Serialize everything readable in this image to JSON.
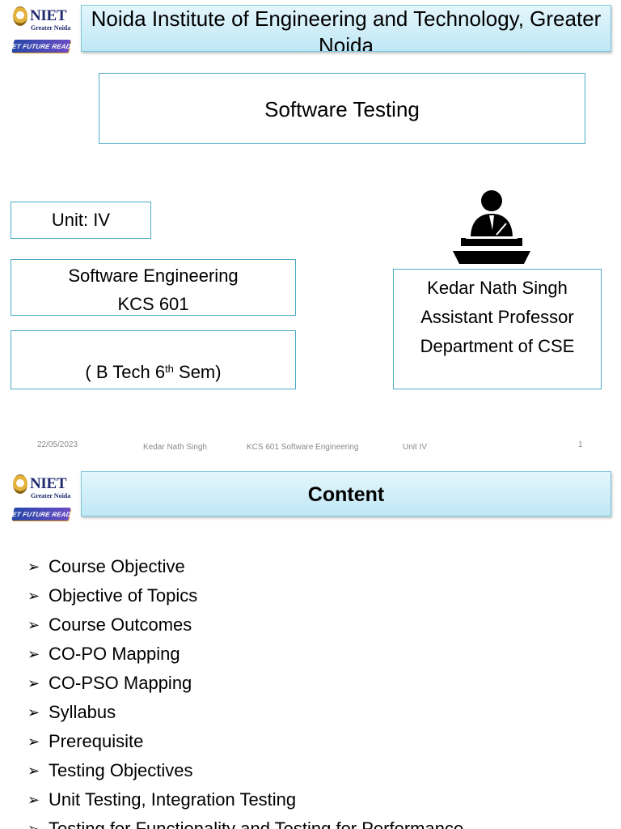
{
  "logo": {
    "brand": "NIET",
    "subtitle": "Greater Noida",
    "tagline": "GET FUTURE READY"
  },
  "slide1": {
    "header": "Noida Institute of Engineering and Technology, Greater Noida",
    "title": "Software Testing",
    "unit": "Unit: IV",
    "course_name": "Software Engineering",
    "course_code": "KCS 601",
    "semester_prefix": "( B Tech 6",
    "semester_sup": "th",
    "semester_suffix": " Sem)",
    "teacher_name": "Kedar Nath Singh",
    "teacher_designation": "Assistant Professor",
    "teacher_department": "Department of CSE",
    "footer": {
      "date": "22/05/2023",
      "author": "Kedar Nath Singh",
      "course": "KCS 601 Software Engineering",
      "unit": "Unit IV",
      "page": "1"
    }
  },
  "slide2": {
    "header": "Content",
    "bullet_glyph": "➢",
    "items": [
      "Course Objective",
      "Objective of Topics",
      "Course Outcomes",
      "CO-PO Mapping",
      "CO-PSO Mapping",
      "Syllabus",
      "Prerequisite",
      "Testing Objectives",
      "Unit Testing, Integration Testing",
      "Testing for Functionality and Testing for Performance"
    ]
  },
  "colors": {
    "header_border": "#7cc7dd",
    "box_border": "#4bacc6",
    "header_fill": "#bfe7f5"
  }
}
